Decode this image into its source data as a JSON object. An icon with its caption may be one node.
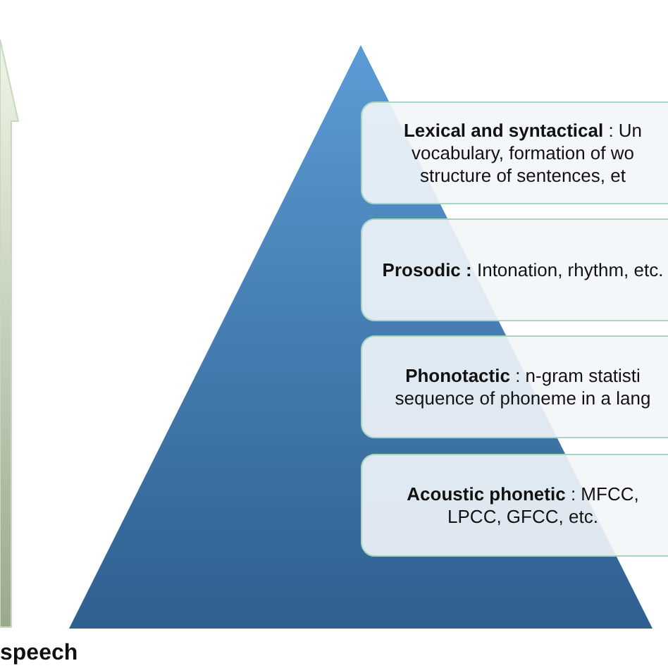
{
  "diagram": {
    "nodes": [
      {
        "text": [
          "**Lexical and syntactical** : Un vocabulary, formation of wo structure of sentences, et"
        ]
      },
      {
        "text": [
          "**Prosodic :** Intonation, rhythm, etc."
        ]
      },
      {
        "text": [
          "**Phonotactic** :  n-gram statisti sequence of phoneme in a lang"
        ]
      },
      {
        "text": [
          "**Acoustic phonetic** : MFCC, LPCC, GFCC, etc."
        ]
      }
    ],
    "labels": [
      "speech"
    ]
  }
}
